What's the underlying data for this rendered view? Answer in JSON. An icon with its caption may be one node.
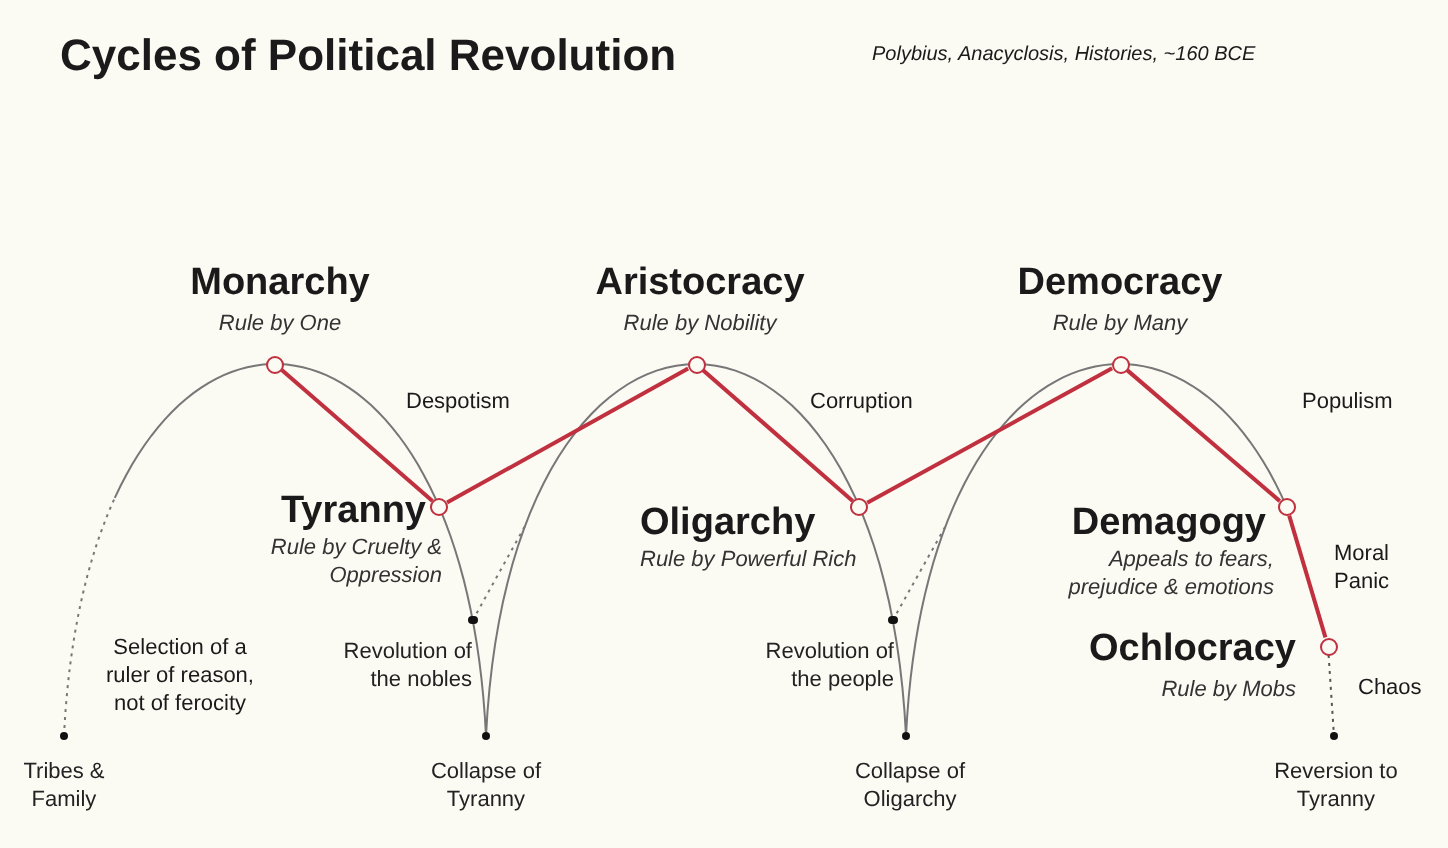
{
  "diagram": {
    "nodes": [
      {
        "text": [],
        "shape": "circle",
        "beside": [
          "Monarchy",
          "Rule by One"
        ]
      },
      {
        "text": [],
        "shape": "circle",
        "beside": [
          "Aristocracy",
          "Rule by Nobility"
        ]
      },
      {
        "text": [],
        "shape": "circle",
        "beside": [
          "Democracy",
          "Rule by Many"
        ]
      },
      {
        "text": [],
        "shape": "circle",
        "beside": [
          "Tyranny",
          "Rule by Cruelty & Oppression"
        ]
      },
      {
        "text": [],
        "shape": "circle",
        "beside": [
          "Oligarchy",
          "Rule by Powerful Rich"
        ]
      },
      {
        "text": [],
        "shape": "circle",
        "beside": [
          "Demagogy",
          "Appeals to fears, prejudice & emotions"
        ]
      },
      {
        "text": [],
        "shape": "circle",
        "beside": [
          "Ochlocracy",
          "Rule by Mobs"
        ]
      },
      {
        "text": [],
        "shape": "dot",
        "beside": [
          "Revolution of the nobles"
        ]
      },
      {
        "text": [],
        "shape": "dot",
        "beside": [
          "Revolution of the people"
        ]
      },
      {
        "text": [],
        "shape": "dot",
        "beside": [
          "Tribes & Family"
        ]
      },
      {
        "text": [],
        "shape": "dot",
        "beside": [
          "Collapse of Tyranny"
        ]
      },
      {
        "text": [],
        "shape": "dot",
        "beside": [
          "Collapse of Oligarchy"
        ]
      },
      {
        "text": [],
        "shape": "dot",
        "beside": [
          "Reversion to Tyranny"
        ]
      }
    ],
    "edges": [
      {
        "from": 0,
        "to": 3,
        "arrow": "none",
        "label": "Despotism"
      },
      {
        "from": 3,
        "to": 1,
        "arrow": "none"
      },
      {
        "from": 1,
        "to": 4,
        "arrow": "none",
        "label": "Corruption"
      },
      {
        "from": 4,
        "to": 2,
        "arrow": "none"
      },
      {
        "from": 2,
        "to": 5,
        "arrow": "none",
        "label": "Populism"
      },
      {
        "from": 5,
        "to": 6,
        "arrow": "none",
        "label": "Moral Panic"
      },
      {
        "from": 6,
        "to": 12,
        "arrow": "none",
        "label": "Chaos",
        "style": "dashed",
        "color": "#555555"
      }
    ],
    "labels": [
      "Cycles of Political Revolution",
      "Polybius, Anacyclosis, Histories, ~160 BCE",
      "Selection of a ruler of reason, not of ferocity"
    ]
  }
}
